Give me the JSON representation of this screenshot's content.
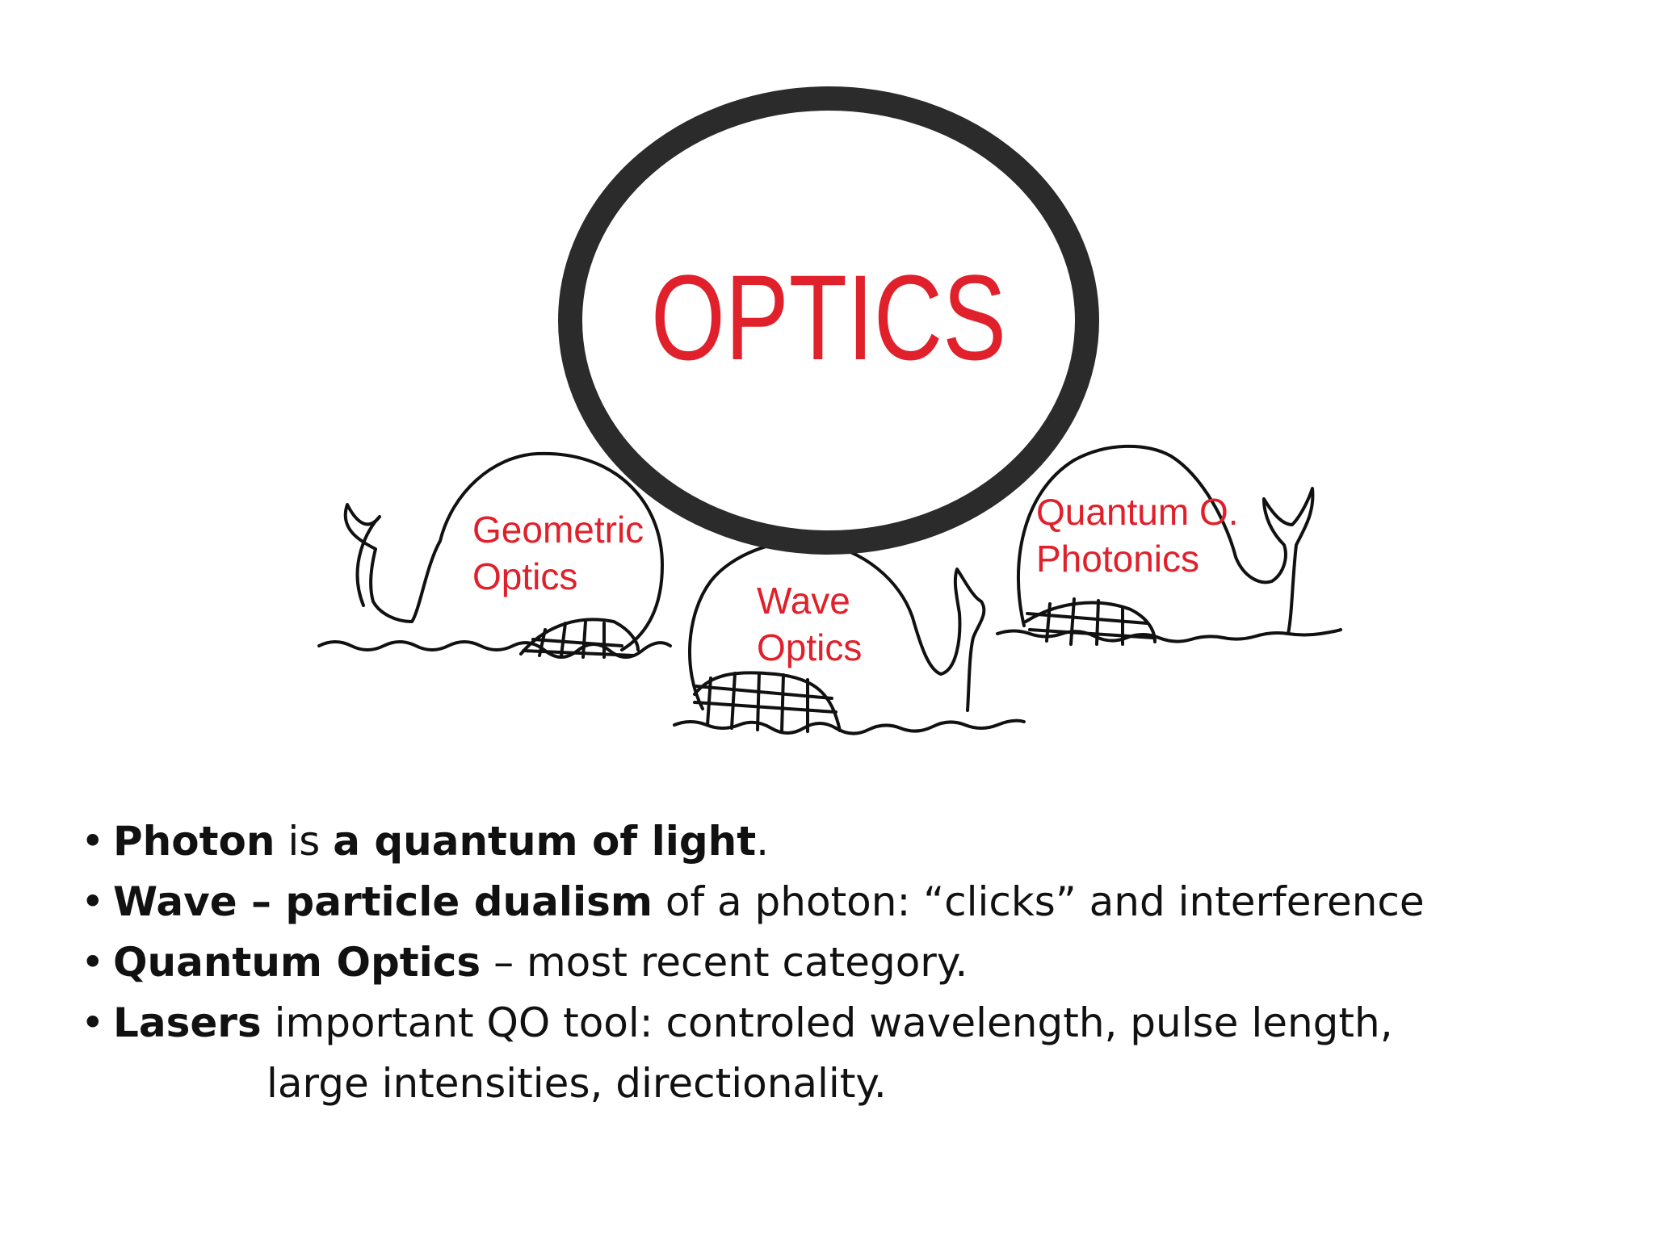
{
  "diagram": {
    "center_label": "OPTICS",
    "whales": [
      {
        "lines": [
          "Geometric",
          "Optics"
        ]
      },
      {
        "lines": [
          "Wave",
          "Optics"
        ]
      },
      {
        "lines": [
          "Quantum O.",
          "Photonics"
        ]
      }
    ],
    "colors": {
      "label": "#e0202a",
      "ink": "#111111",
      "ring": "#2b2b2b"
    }
  },
  "bullets": [
    {
      "bullet": "•",
      "parts": [
        {
          "text": "Photon",
          "bold": true
        },
        {
          "text": " is ",
          "bold": false
        },
        {
          "text": "a quantum of light",
          "bold": true
        },
        {
          "text": ".",
          "bold": false
        }
      ]
    },
    {
      "bullet": "•",
      "parts": [
        {
          "text": "Wave – particle dualism",
          "bold": true
        },
        {
          "text": " of a photon: “clicks” and interference",
          "bold": false
        }
      ]
    },
    {
      "bullet": "•",
      "parts": [
        {
          "text": "Quantum Optics",
          "bold": true
        },
        {
          "text": " – most recent category.",
          "bold": false
        }
      ]
    },
    {
      "bullet": "•",
      "parts": [
        {
          "text": "Lasers",
          "bold": true
        },
        {
          "text": "  important QO tool: controled wavelength, pulse length,",
          "bold": false
        }
      ],
      "continuation": "large  intensities, directionality."
    }
  ]
}
